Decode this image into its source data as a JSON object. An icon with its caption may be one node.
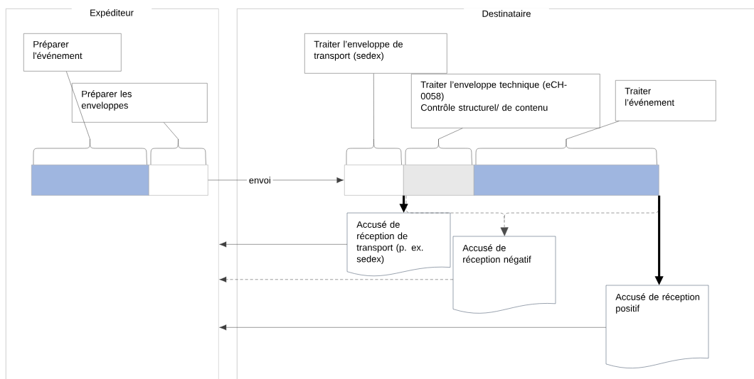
{
  "diagram": {
    "nodes": [
      {
        "text": [
          "Expéditeur"
        ]
      },
      {
        "text": [
          "Destinataire"
        ]
      },
      {
        "text": [
          "Préparer l'événement"
        ],
        "in": 0
      },
      {
        "text": [
          "Préparer les enveloppes"
        ],
        "in": 0
      },
      {
        "text": [],
        "shape": "bar",
        "in": 0
      },
      {
        "text": [],
        "shape": "bar",
        "in": 0
      },
      {
        "text": [
          "Traiter l’enveloppe de transport (sedex)"
        ],
        "in": 1
      },
      {
        "text": [
          "Traiter l’enveloppe technique (eCH-0058)",
          "Contrôle structurel/ de contenu"
        ],
        "in": 1
      },
      {
        "text": [
          "Traiter l’événement"
        ],
        "in": 1
      },
      {
        "text": [],
        "shape": "bar",
        "in": 1
      },
      {
        "text": [],
        "shape": "bar",
        "in": 1
      },
      {
        "text": [],
        "shape": "bar",
        "in": 1
      },
      {
        "text": [
          "Accusé de réception de transport (p. ex. sedex)"
        ],
        "in": 1
      },
      {
        "text": [
          "Accusé de réception négatif"
        ],
        "in": 1
      },
      {
        "text": [
          "Accusé de réception positif"
        ],
        "in": 1
      }
    ],
    "edges": [
      {
        "from": 2,
        "to": 4,
        "arrow": "none"
      },
      {
        "from": 3,
        "to": 5,
        "arrow": "none"
      },
      {
        "from": 6,
        "to": 9,
        "arrow": "none"
      },
      {
        "from": 7,
        "to": 10,
        "arrow": "none"
      },
      {
        "from": 8,
        "to": 11,
        "arrow": "none"
      },
      {
        "from": 5,
        "to": 9,
        "arrow": "to",
        "label": "envoi"
      },
      {
        "from": 9,
        "to": 12,
        "arrow": "to",
        "style": "thick"
      },
      {
        "from": 10,
        "to": 13,
        "arrow": "to",
        "style": "dashed"
      },
      {
        "from": 11,
        "to": 13,
        "arrow": "to",
        "style": "dashed"
      },
      {
        "from": 11,
        "to": 14,
        "arrow": "to",
        "style": "thick"
      },
      {
        "from": 12,
        "to": 0,
        "arrow": "to"
      },
      {
        "from": 13,
        "to": 0,
        "arrow": "to",
        "style": "dashed"
      },
      {
        "from": 14,
        "to": 0,
        "arrow": "to"
      }
    ]
  }
}
